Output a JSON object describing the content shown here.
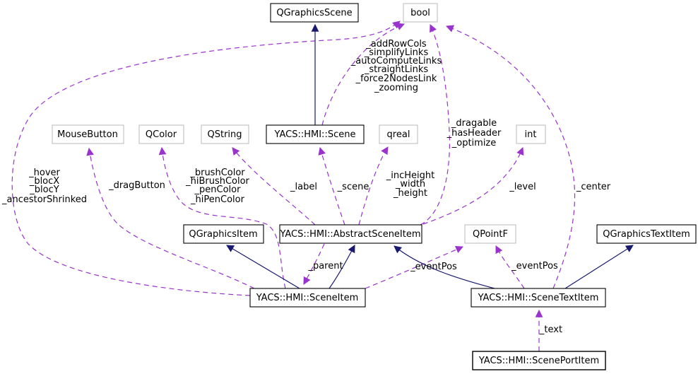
{
  "diagram_type": "doxygen-collaboration-graph",
  "nodes": {
    "qgraphicsscene": "QGraphicsScene",
    "bool": "bool",
    "mousebutton": "MouseButton",
    "qcolor": "QColor",
    "qstring": "QString",
    "scene": "YACS::HMI::Scene",
    "qreal": "qreal",
    "int": "int",
    "qgraphicsitem": "QGraphicsItem",
    "abstractsceneitem": "YACS::HMI::AbstractSceneItem",
    "qpointf": "QPointF",
    "qgraphicstextitem": "QGraphicsTextItem",
    "sceneitem": "YACS::HMI::SceneItem",
    "scenetextitem": "YACS::HMI::SceneTextItem",
    "sceneportitem": "YACS::HMI::ScenePortItem"
  },
  "members": {
    "scene_bool": [
      "_addRowCols",
      "_simplifyLinks",
      "_autoComputeLinks",
      "_straightLinks",
      "_force2NodesLink",
      "_zooming"
    ],
    "sceneitem_bool": [
      "_hover",
      "_blocX",
      "_blocY",
      "_ancestorShrinked"
    ],
    "sceneitem_mousebutton": [
      "_dragButton"
    ],
    "sceneitem_qcolor": [
      "_brushColor",
      "_hiBrushColor",
      "_penColor",
      "_hiPenColor"
    ],
    "abstract_qstring": [
      "_label"
    ],
    "abstract_scene": [
      "_scene"
    ],
    "abstract_qreal": [
      "_incHeight",
      "_width",
      "_height"
    ],
    "abstract_bool": [
      "_dragable",
      "_hasHeader",
      "_optimize"
    ],
    "abstract_int": [
      "_level"
    ],
    "abstract_sceneitem": [
      "_parent"
    ],
    "sceneitem_qpointf": [
      "_eventPos"
    ],
    "scenetextitem_qpointf": [
      "_eventPos"
    ],
    "scenetextitem_bool": [
      "_center"
    ],
    "sceneportitem_scenetextitem": [
      "_text"
    ]
  },
  "colors": {
    "usage_edge": "#9a32cd",
    "inheritance_edge": "#191970",
    "class_border": "#000000",
    "external_border": "#bfbfbf",
    "node_fill": "#ffffff",
    "selected_node_fill": "#c8c8c8",
    "background": "#ffffff"
  }
}
